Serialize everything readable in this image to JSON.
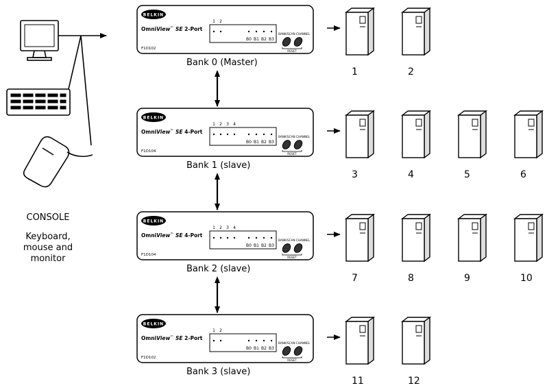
{
  "console": {
    "title": "CONSOLE",
    "description": "Keyboard,\nmouse and\nmonitor"
  },
  "banks": [
    {
      "label": "Bank 0 (Master)",
      "brand": "BELKIN",
      "model": "OmniView",
      "tm": "™",
      "se": "SE",
      "ports_label": "2-Port",
      "part": "F1D102",
      "port_numbers": [
        "1",
        "2"
      ],
      "bank_led_labels": [
        "B0",
        "B1",
        "B2",
        "B3"
      ],
      "button_label": "BANK/SCAN CHANNEL",
      "reset_label": "RESET",
      "computers": [
        "1",
        "2"
      ]
    },
    {
      "label": "Bank 1 (slave)",
      "brand": "BELKIN",
      "model": "OmniView",
      "tm": "™",
      "se": "SE",
      "ports_label": "4-Port",
      "part": "F1D104",
      "port_numbers": [
        "1",
        "2",
        "3",
        "4"
      ],
      "bank_led_labels": [
        "B0",
        "B1",
        "B2",
        "B3"
      ],
      "button_label": "BANK/SCAN CHANNEL",
      "reset_label": "RESET",
      "computers": [
        "3",
        "4",
        "5",
        "6"
      ]
    },
    {
      "label": "Bank 2 (slave)",
      "brand": "BELKIN",
      "model": "OmniView",
      "tm": "™",
      "se": "SE",
      "ports_label": "4-Port",
      "part": "F1D104",
      "port_numbers": [
        "1",
        "2",
        "3",
        "4"
      ],
      "bank_led_labels": [
        "B0",
        "B1",
        "B2",
        "B3"
      ],
      "button_label": "BANK/SCAN CHANNEL",
      "reset_label": "RESET",
      "computers": [
        "7",
        "8",
        "9",
        "10"
      ]
    },
    {
      "label": "Bank 3 (slave)",
      "brand": "BELKIN",
      "model": "OmniView",
      "tm": "™",
      "se": "SE",
      "ports_label": "2-Port",
      "part": "F1D102",
      "port_numbers": [
        "1",
        "2"
      ],
      "bank_led_labels": [
        "B0",
        "B1",
        "B2",
        "B3"
      ],
      "button_label": "BANK/SCAN CHANNEL",
      "reset_label": "RESET",
      "computers": [
        "11",
        "12"
      ]
    }
  ]
}
